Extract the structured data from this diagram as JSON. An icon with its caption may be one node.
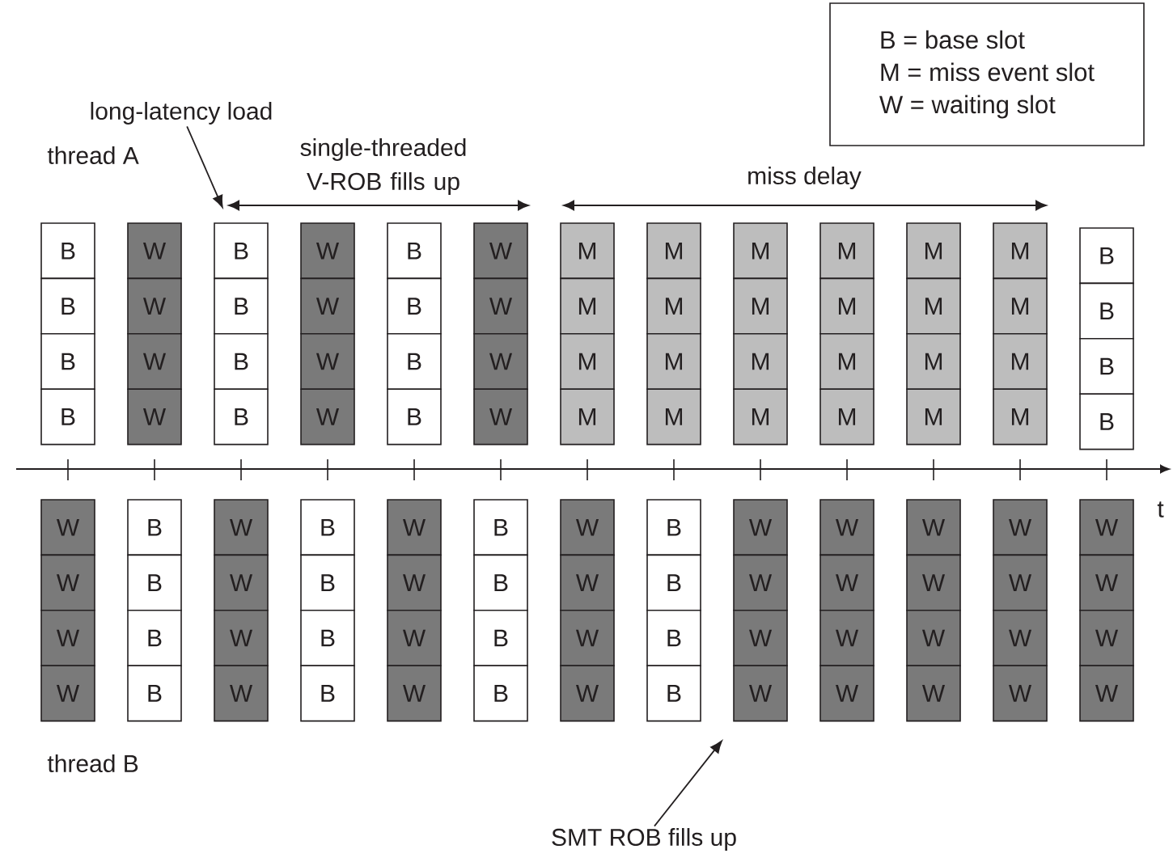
{
  "diagram": {
    "nodes": [
      {
        "text": [
          "B = base slot",
          "M = miss event slot",
          "W = waiting slot"
        ]
      },
      {
        "text": [
          "long-latency load"
        ]
      },
      {
        "text": [
          "B"
        ]
      },
      {
        "text": [
          "W"
        ]
      },
      {
        "text": [
          "B"
        ]
      },
      {
        "text": [
          "W"
        ]
      },
      {
        "text": [
          "B"
        ]
      },
      {
        "text": [
          "W"
        ]
      },
      {
        "text": [
          "M"
        ]
      },
      {
        "text": [
          "M"
        ]
      },
      {
        "text": [
          "M"
        ]
      },
      {
        "text": [
          "M"
        ]
      },
      {
        "text": [
          "M"
        ]
      },
      {
        "text": [
          "M"
        ]
      },
      {
        "text": [
          "B"
        ]
      },
      {
        "text": [
          "B"
        ]
      },
      {
        "text": [
          "W"
        ]
      },
      {
        "text": [
          "B"
        ]
      },
      {
        "text": [
          "W"
        ]
      },
      {
        "text": [
          "B"
        ]
      },
      {
        "text": [
          "W"
        ]
      },
      {
        "text": [
          "M"
        ]
      },
      {
        "text": [
          "M"
        ]
      },
      {
        "text": [
          "M"
        ]
      },
      {
        "text": [
          "M"
        ]
      },
      {
        "text": [
          "M"
        ]
      },
      {
        "text": [
          "M"
        ]
      },
      {
        "text": [
          "B"
        ]
      },
      {
        "text": [
          "B"
        ]
      },
      {
        "text": [
          "W"
        ]
      },
      {
        "text": [
          "B"
        ]
      },
      {
        "text": [
          "W"
        ]
      },
      {
        "text": [
          "B"
        ]
      },
      {
        "text": [
          "W"
        ]
      },
      {
        "text": [
          "M"
        ]
      },
      {
        "text": [
          "M"
        ]
      },
      {
        "text": [
          "M"
        ]
      },
      {
        "text": [
          "M"
        ]
      },
      {
        "text": [
          "M"
        ]
      },
      {
        "text": [
          "M"
        ]
      },
      {
        "text": [
          "B"
        ]
      },
      {
        "text": [
          "B"
        ]
      },
      {
        "text": [
          "W"
        ]
      },
      {
        "text": [
          "B"
        ]
      },
      {
        "text": [
          "W"
        ]
      },
      {
        "text": [
          "B"
        ]
      },
      {
        "text": [
          "W"
        ]
      },
      {
        "text": [
          "M"
        ]
      },
      {
        "text": [
          "M"
        ]
      },
      {
        "text": [
          "M"
        ]
      },
      {
        "text": [
          "M"
        ]
      },
      {
        "text": [
          "M"
        ]
      },
      {
        "text": [
          "M"
        ]
      },
      {
        "text": [
          "B"
        ]
      },
      {
        "text": [
          "W"
        ]
      },
      {
        "text": [
          "B"
        ]
      },
      {
        "text": [
          "W"
        ]
      },
      {
        "text": [
          "B"
        ]
      },
      {
        "text": [
          "W"
        ]
      },
      {
        "text": [
          "B"
        ]
      },
      {
        "text": [
          "W"
        ]
      },
      {
        "text": [
          "B"
        ]
      },
      {
        "text": [
          "W"
        ]
      },
      {
        "text": [
          "W"
        ]
      },
      {
        "text": [
          "W"
        ]
      },
      {
        "text": [
          "W"
        ]
      },
      {
        "text": [
          "W"
        ]
      },
      {
        "text": [
          "W"
        ]
      },
      {
        "text": [
          "B"
        ]
      },
      {
        "text": [
          "W"
        ]
      },
      {
        "text": [
          "B"
        ]
      },
      {
        "text": [
          "W"
        ]
      },
      {
        "text": [
          "B"
        ]
      },
      {
        "text": [
          "W"
        ]
      },
      {
        "text": [
          "B"
        ]
      },
      {
        "text": [
          "W"
        ]
      },
      {
        "text": [
          "W"
        ]
      },
      {
        "text": [
          "W"
        ]
      },
      {
        "text": [
          "W"
        ]
      },
      {
        "text": [
          "W"
        ]
      },
      {
        "text": [
          "W"
        ]
      },
      {
        "text": [
          "B"
        ]
      },
      {
        "text": [
          "W"
        ]
      },
      {
        "text": [
          "B"
        ]
      },
      {
        "text": [
          "W"
        ]
      },
      {
        "text": [
          "B"
        ]
      },
      {
        "text": [
          "W"
        ]
      },
      {
        "text": [
          "B"
        ]
      },
      {
        "text": [
          "W"
        ]
      },
      {
        "text": [
          "W"
        ]
      },
      {
        "text": [
          "W"
        ]
      },
      {
        "text": [
          "W"
        ]
      },
      {
        "text": [
          "W"
        ]
      },
      {
        "text": [
          "W"
        ]
      },
      {
        "text": [
          "B"
        ]
      },
      {
        "text": [
          "W"
        ]
      },
      {
        "text": [
          "B"
        ]
      },
      {
        "text": [
          "W"
        ]
      },
      {
        "text": [
          "B"
        ]
      },
      {
        "text": [
          "W"
        ]
      },
      {
        "text": [
          "B"
        ]
      },
      {
        "text": [
          "W"
        ]
      },
      {
        "text": [
          "W"
        ]
      },
      {
        "text": [
          "W"
        ]
      },
      {
        "text": [
          "W"
        ]
      },
      {
        "text": [
          "W"
        ]
      },
      {
        "text": [
          "SMT ROB fills up"
        ]
      }
    ],
    "edges": [
      {
        "from": 1,
        "to": 4,
        "arrow": "to"
      },
      {
        "from": 106,
        "to": null,
        "arrow": "to"
      }
    ],
    "labels": [
      "thread A",
      "single-threaded V-ROB fills up",
      "miss delay",
      "t",
      "thread B"
    ]
  }
}
